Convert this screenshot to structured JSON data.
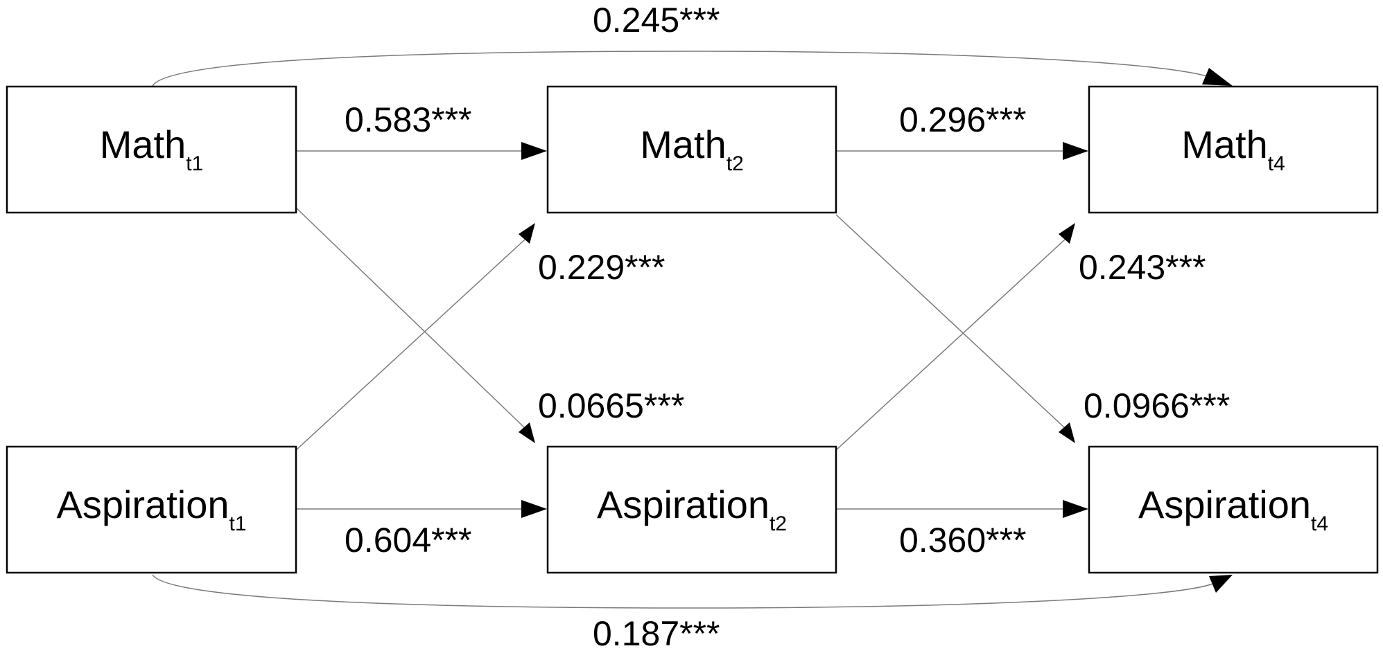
{
  "nodes": [
    {
      "id": "math_t1",
      "label": "Math",
      "subscript": "t1"
    },
    {
      "id": "math_t2",
      "label": "Math",
      "subscript": "t2"
    },
    {
      "id": "math_t4",
      "label": "Math",
      "subscript": "t4"
    },
    {
      "id": "asp_t1",
      "label": "Aspiration",
      "subscript": "t1"
    },
    {
      "id": "asp_t2",
      "label": "Aspiration",
      "subscript": "t2"
    },
    {
      "id": "asp_t4",
      "label": "Aspiration",
      "subscript": "t4"
    }
  ],
  "edges": [
    {
      "id": "math_t1_to_math_t4",
      "from": "math_t1",
      "to": "math_t4",
      "coefficient": "0.245***"
    },
    {
      "id": "math_t1_to_math_t2",
      "from": "math_t1",
      "to": "math_t2",
      "coefficient": "0.583***"
    },
    {
      "id": "math_t2_to_math_t4",
      "from": "math_t2",
      "to": "math_t4",
      "coefficient": "0.296***"
    },
    {
      "id": "asp_t1_to_math_t2",
      "from": "asp_t1",
      "to": "math_t2",
      "coefficient": "0.229***"
    },
    {
      "id": "asp_t2_to_math_t4",
      "from": "asp_t2",
      "to": "math_t4",
      "coefficient": "0.243***"
    },
    {
      "id": "math_t1_to_asp_t2",
      "from": "math_t1",
      "to": "asp_t2",
      "coefficient": "0.0665***"
    },
    {
      "id": "math_t2_to_asp_t4",
      "from": "math_t2",
      "to": "asp_t4",
      "coefficient": "0.0966***"
    },
    {
      "id": "asp_t1_to_asp_t2",
      "from": "asp_t1",
      "to": "asp_t2",
      "coefficient": "0.604***"
    },
    {
      "id": "asp_t2_to_asp_t4",
      "from": "asp_t2",
      "to": "asp_t4",
      "coefficient": "0.360***"
    },
    {
      "id": "asp_t1_to_asp_t4",
      "from": "asp_t1",
      "to": "asp_t4",
      "coefficient": "0.187***"
    }
  ]
}
